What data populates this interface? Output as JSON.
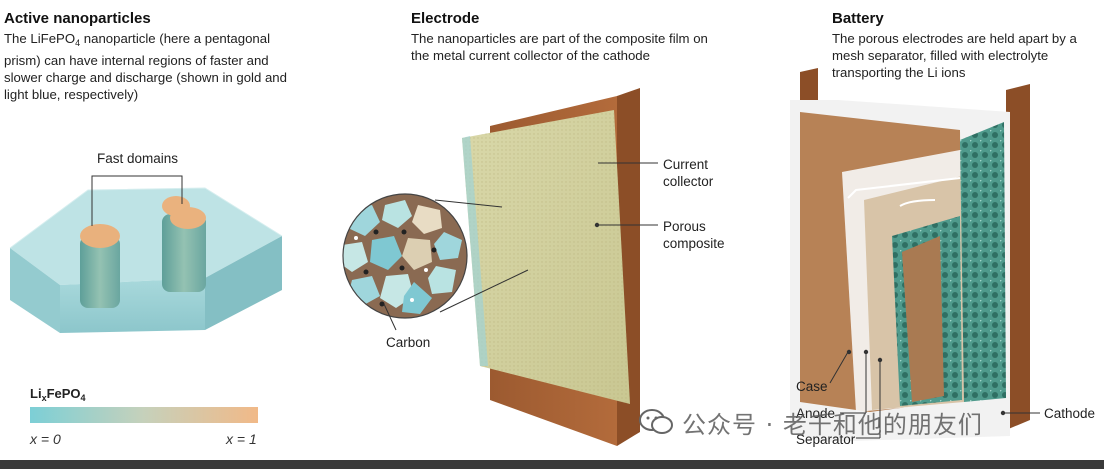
{
  "panel1": {
    "title": "Active nanoparticles",
    "desc_pre": "The LiFePO",
    "desc_sub": "4",
    "desc_post": " nanoparticle (here a pentagonal prism) can have internal regions of faster and slower charge and discharge (shown in gold and light blue, respectively)",
    "label_fast": "Fast domains",
    "legend_prefix": "Li",
    "legend_sub": "x",
    "legend_suffix": "FePO",
    "legend_suffix_sub": "4",
    "legend_min": "x = 0",
    "legend_max": "x = 1",
    "colors": {
      "slow": "#7ccfd6",
      "fast": "#f1b988"
    }
  },
  "panel2": {
    "title": "Electrode",
    "desc": "The nanoparticles are part of the composite film on the metal current collector of the cathode",
    "label_collector": "Current collector",
    "label_porous": "Porous composite",
    "label_carbon": "Carbon"
  },
  "panel3": {
    "title": "Battery",
    "desc": "The porous electrodes are held apart by a mesh separator, filled with electrolyte transporting the Li ions",
    "label_case": "Case",
    "label_anode": "Anode",
    "label_separator": "Separator",
    "label_cathode": "Cathode"
  },
  "watermark": {
    "text": "公众号 · 老千和他的朋友们",
    "icon": "wechat-icon"
  }
}
